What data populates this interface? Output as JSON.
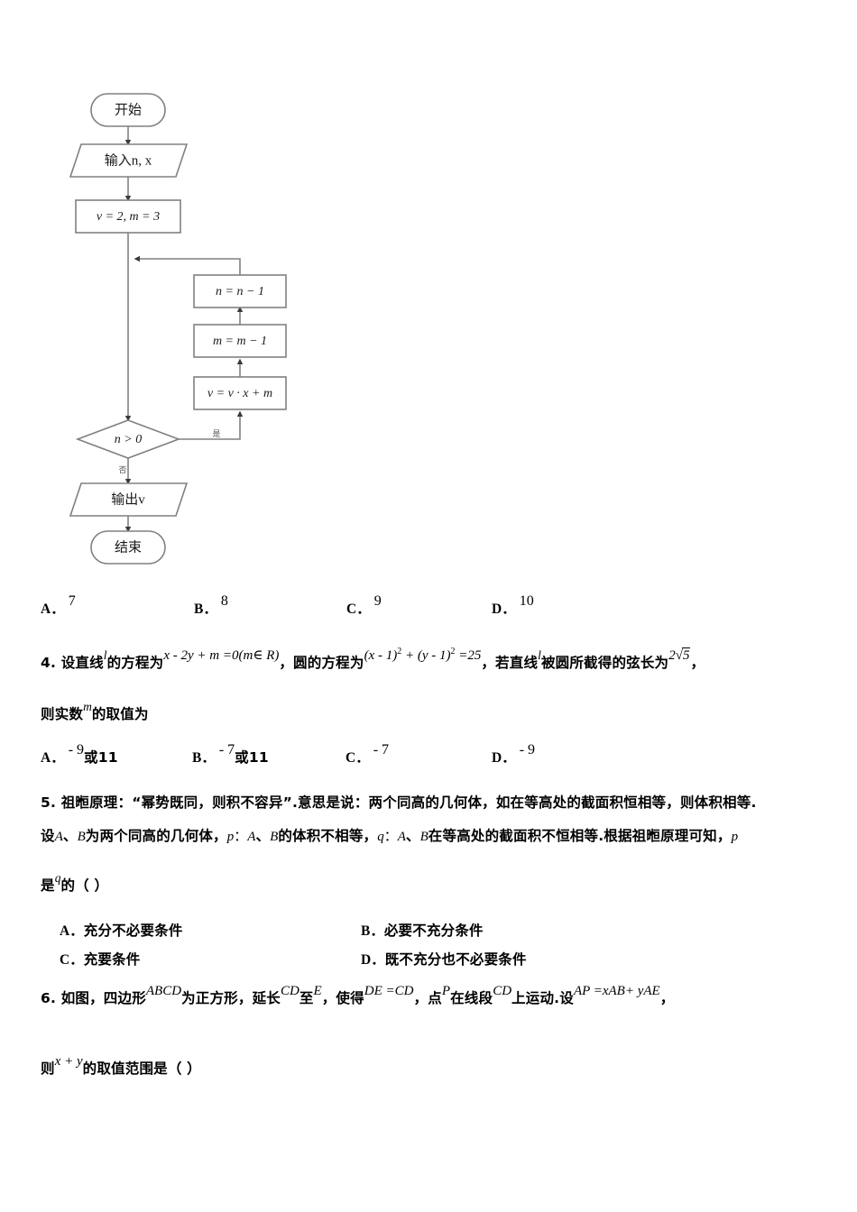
{
  "document": {
    "type": "math-exam-page",
    "language": "zh-CN",
    "page_background": "#ffffff",
    "ink_color": "#000000"
  },
  "flowchart": {
    "title": "program-flowchart",
    "stroke_color": "#808080",
    "fill_color": "#ffffff",
    "nodes": [
      {
        "id": "start",
        "shape": "terminator",
        "text": "开始"
      },
      {
        "id": "input",
        "shape": "parallelogram",
        "text": "输入n, x"
      },
      {
        "id": "init",
        "shape": "rectangle",
        "text": "v = 2, m = 3"
      },
      {
        "id": "ndec",
        "shape": "rectangle",
        "text": "n = n − 1"
      },
      {
        "id": "mdec",
        "shape": "rectangle",
        "text": "m = m − 1"
      },
      {
        "id": "vcalc",
        "shape": "rectangle",
        "text": "v = v · x + m"
      },
      {
        "id": "cond",
        "shape": "diamond",
        "text": "n > 0"
      },
      {
        "id": "output",
        "shape": "parallelogram",
        "text": "输出v"
      },
      {
        "id": "end",
        "shape": "terminator",
        "text": "结束"
      }
    ],
    "branch_labels": {
      "yes": "是",
      "no": "否"
    }
  },
  "q3_options": {
    "items": [
      {
        "label": "A．",
        "value": "7"
      },
      {
        "label": "B．",
        "value": "8"
      },
      {
        "label": "C．",
        "value": "9"
      },
      {
        "label": "D．",
        "value": "10"
      }
    ]
  },
  "q4": {
    "number": "4.",
    "text_1": "设直线",
    "var_l_1": "l",
    "text_2": "的方程为",
    "eq_line": "x - 2y + m =0(m∈ R)",
    "text_3": "，圆的方程为",
    "eq_circle_base1": "(x - 1)",
    "eq_circle_exp1": "2",
    "eq_circle_mid": " + (y - 1)",
    "eq_circle_exp2": "2",
    "eq_circle_tail": " =25",
    "text_4": "，若直线",
    "var_l_2": "l",
    "text_5": "被圆所截得的弦长为",
    "chord_coef": "2",
    "chord_radicand": "5",
    "text_6": "，",
    "line2_prefix": "则实数",
    "line2_var": "m",
    "line2_suffix": "的取值为",
    "options": [
      {
        "label": "A．",
        "value": "- 9",
        "tail": "或11"
      },
      {
        "label": "B．",
        "value": "- 7",
        "tail": "或11"
      },
      {
        "label": "C．",
        "value": "- 7",
        "tail": ""
      },
      {
        "label": "D．",
        "value": "- 9",
        "tail": ""
      }
    ]
  },
  "q5": {
    "number": "5.",
    "line1": "祖暅原理：“幂势既同，则积不容异”.意思是说：两个同高的几何体，如在等高处的截面积恒相等，则体积相等.",
    "line2_a": "设",
    "line2_A": "A",
    "line2_b": "、",
    "line2_B": "B",
    "line2_c": "为两个同高的几何体，",
    "line2_p": "p",
    "line2_d": "：",
    "line2_A2": "A",
    "line2_e": "、",
    "line2_B2": "B",
    "line2_f": "的体积不相等，",
    "line2_q": "q",
    "line2_g": "：",
    "line2_A3": "A",
    "line2_h": "、",
    "line2_B3": "B",
    "line2_i": "在等高处的截面积不恒相等.根据祖暅原理可知，",
    "line2_p2": "p",
    "line3_a": "是",
    "line3_q": "q",
    "line3_b": "的（ ）",
    "options": [
      {
        "label": "A．",
        "text": "充分不必要条件"
      },
      {
        "label": "B．",
        "text": "必要不充分条件"
      },
      {
        "label": "C．",
        "text": "充要条件"
      },
      {
        "label": "D．",
        "text": "既不充分也不必要条件"
      }
    ]
  },
  "q6": {
    "number": "6.",
    "t1": "如图，四边形",
    "m1": "ABCD",
    "t2": "为正方形，延长",
    "m2": "CD",
    "t3": "至",
    "m3": "E",
    "t4": "，使得",
    "m4": "DE =CD",
    "t5": "，点",
    "m5": "P",
    "t6": "在线段",
    "m6": "CD",
    "t7": "上运动.设",
    "m7": "AP =xAB+ yAE",
    "t8": "，",
    "line2_a": "则",
    "line2_m": "x + y",
    "line2_b": "的取值范围是（  ）"
  }
}
